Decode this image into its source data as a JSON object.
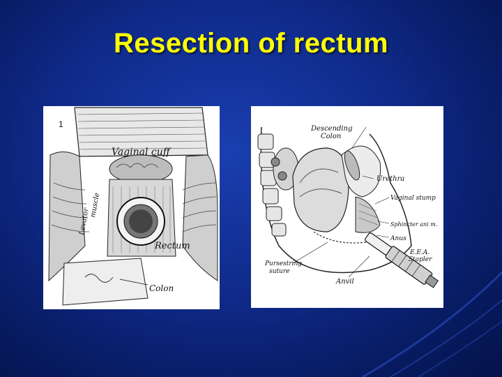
{
  "slide": {
    "title": "Resection of rectum",
    "title_color": "#ffff00",
    "background_color": "#0f2a8a"
  },
  "figure_left": {
    "number": "1",
    "labels": {
      "vaginal_cuff": "Vaginal cuff",
      "levator": "Levator",
      "muscle": "muscle",
      "rectum": "Rectum",
      "colon": "Colon"
    }
  },
  "figure_right": {
    "labels": {
      "descending": "Descending",
      "colon": "Colon",
      "urethra": "Urethra",
      "vaginal_stump": "Vaginal stump",
      "sphincter": "Sphincter ani m.",
      "anus": "Anus",
      "eea": "E.E.A.",
      "stapler": "Stapler",
      "pursestring": "Pursestring",
      "suture": "suture",
      "anvil": "Anvil"
    }
  }
}
